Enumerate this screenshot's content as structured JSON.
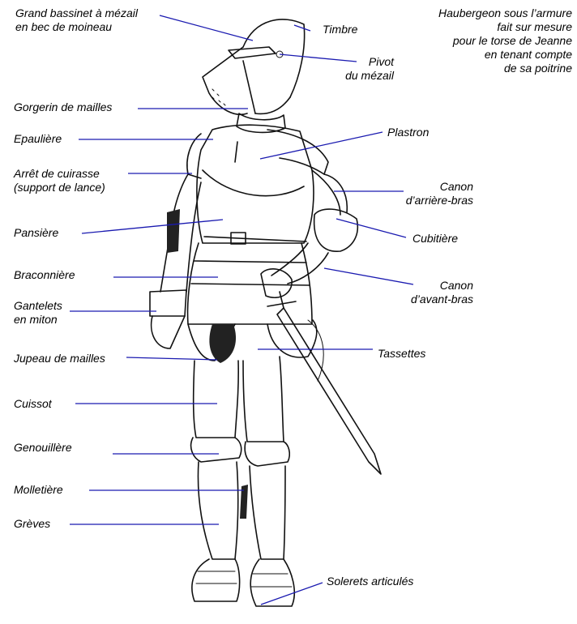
{
  "labels": {
    "bassinet": [
      "Grand bassinet  à mézail",
      "en bec de moineau"
    ],
    "timbre": "Timbre",
    "haubergeon": [
      "Haubergeon sous l’armure",
      "fait sur mesure",
      "pour le torse de Jeanne",
      "en tenant compte",
      "de sa poitrine"
    ],
    "pivot": [
      "Pivot",
      "du mézail"
    ],
    "gorgerin": "Gorgerin de mailles",
    "epauliere": "Epaulière",
    "plastron": "Plastron",
    "arret": [
      "Arrêt de cuirasse",
      "(support de lance)"
    ],
    "canon_arriere": [
      "Canon",
      "d’arrière-bras"
    ],
    "pansiere": "Pansière",
    "cubitiere": "Cubitière",
    "braconniere": "Braconnière",
    "canon_avant": [
      "Canon",
      "d’avant-bras"
    ],
    "gantelets": [
      "Gantelets",
      "en miton"
    ],
    "jupeau": "Jupeau de mailles",
    "tassettes": "Tassettes",
    "cuissot": "Cuissot",
    "genouillere": "Genouillère",
    "molletiere": "Molletière",
    "greves": "Grèves",
    "solerets": "Solerets articulés"
  },
  "colors": {
    "leader_line": "#1a1ab0",
    "ink": "#111111",
    "background": "#ffffff"
  }
}
